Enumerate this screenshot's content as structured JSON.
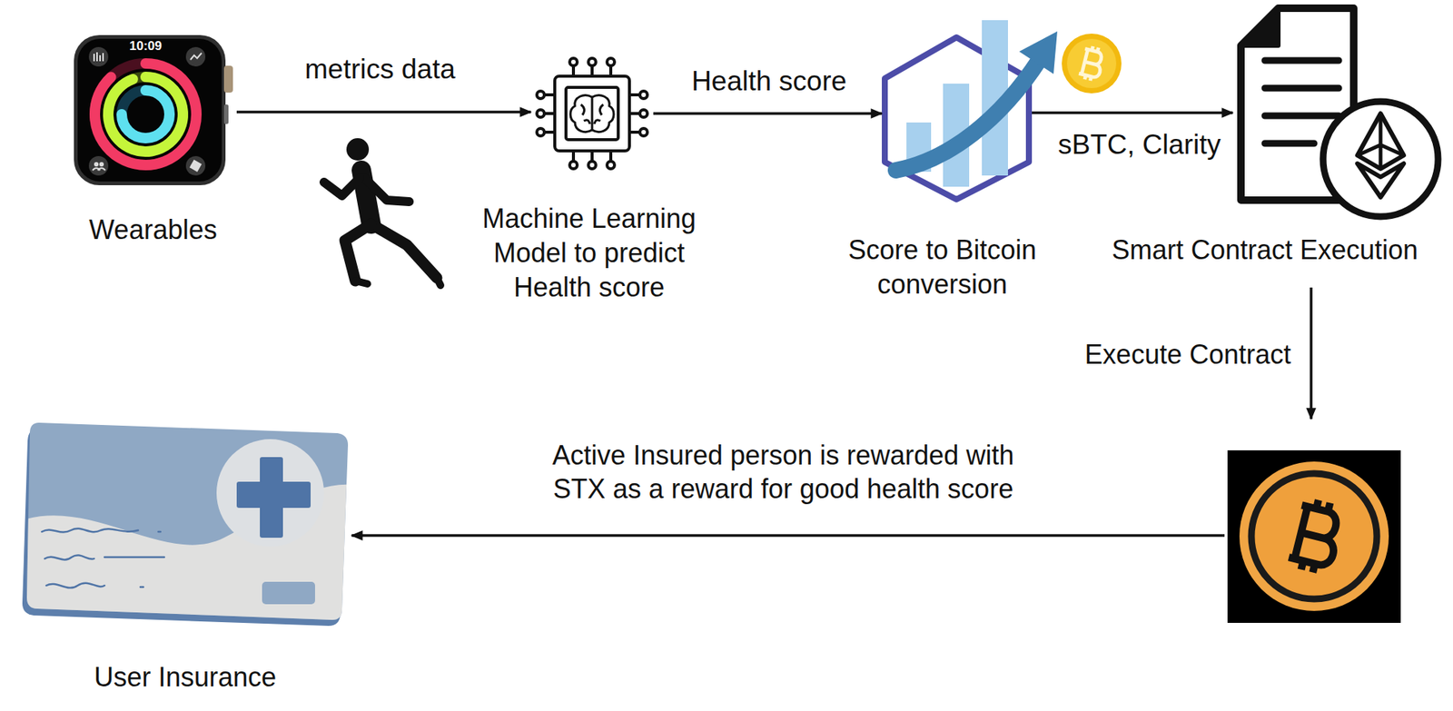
{
  "diagram": {
    "nodes": [
      {
        "text": [
          "10:09",
          "Wearables"
        ]
      },
      {
        "text": [
          "Machine Learning Model to predict Health score"
        ]
      },
      {
        "text": [
          "Score to Bitcoin conversion"
        ]
      },
      {
        "text": [
          "Smart Contract Execution"
        ]
      },
      {
        "text": []
      },
      {
        "text": [
          "User Insurance"
        ]
      }
    ],
    "edges": [
      {
        "from": 0,
        "to": 1,
        "label": "metrics data",
        "arrow": "to"
      },
      {
        "from": 1,
        "to": 2,
        "label": "Health score",
        "arrow": "to"
      },
      {
        "from": 2,
        "to": 3,
        "label": "sBTC, Clarity",
        "arrow": "to"
      },
      {
        "from": 3,
        "to": 4,
        "label": "Execute Contract",
        "arrow": "to"
      },
      {
        "from": 4,
        "to": 5,
        "label": "Active Insured person is rewarded with STX as a reward for good health score",
        "arrow": "to"
      }
    ]
  }
}
